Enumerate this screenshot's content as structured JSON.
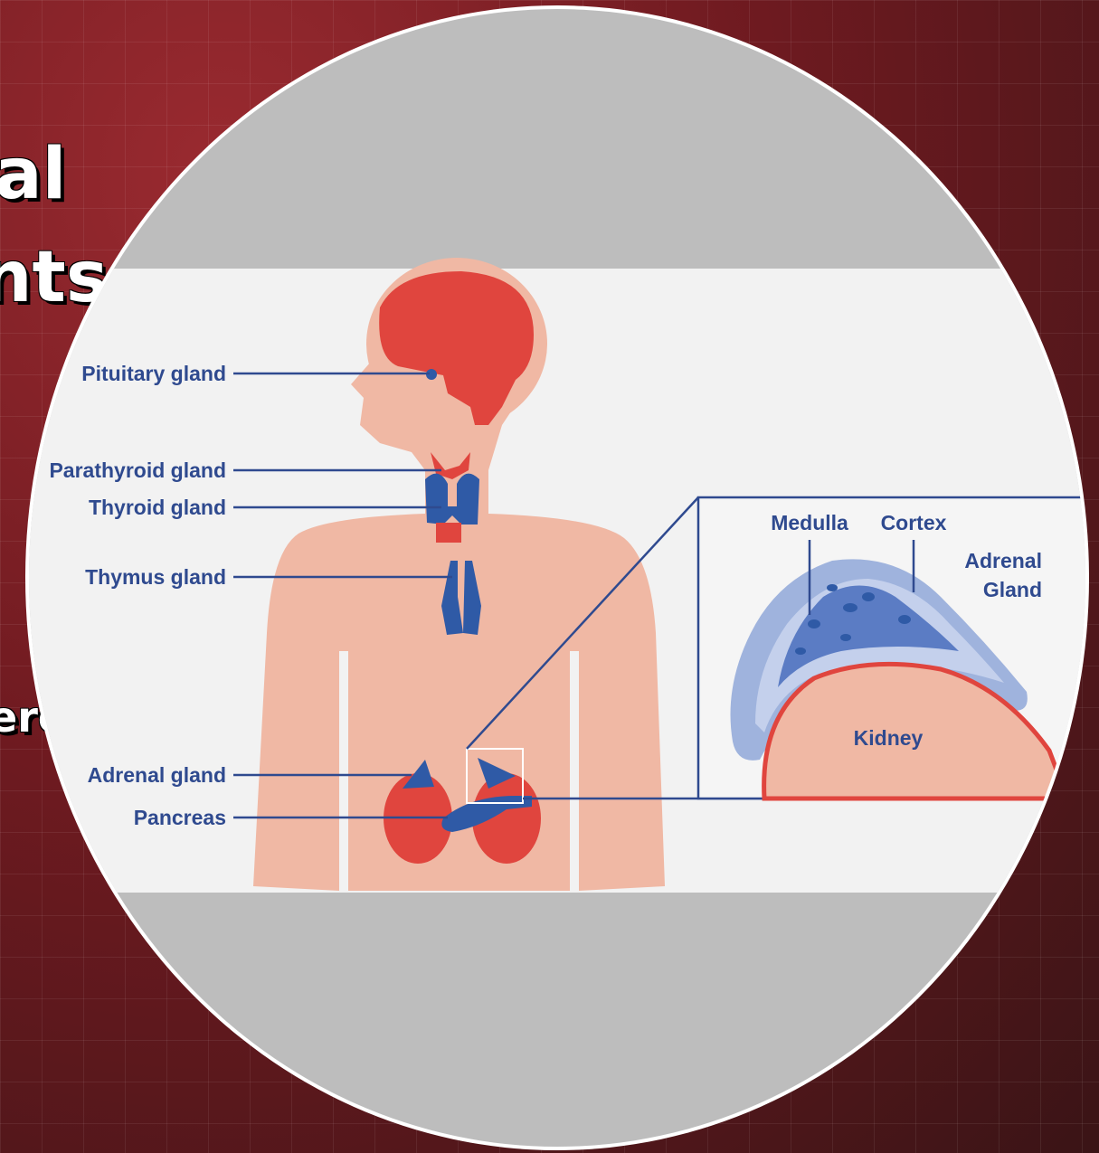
{
  "background_title": {
    "line1": "al",
    "line2": "nts",
    "line3": "eroid"
  },
  "diagram": {
    "labels": {
      "pituitary": "Pituitary gland",
      "parathyroid": "Parathyroid gland",
      "thyroid": "Thyroid gland",
      "thymus": "Thymus gland",
      "adrenal": "Adrenal gland",
      "pancreas": "Pancreas"
    },
    "inset": {
      "medulla": "Medulla",
      "cortex": "Cortex",
      "adrenal_line1": "Adrenal",
      "adrenal_line2": "Gland",
      "kidney": "Kidney"
    }
  },
  "colors": {
    "organ_red": "#e0453e",
    "gland_blue": "#2f5aa6",
    "skin": "#f0b8a4",
    "label_blue": "#2f4a8f",
    "panel_bg": "#f2f2f2"
  }
}
